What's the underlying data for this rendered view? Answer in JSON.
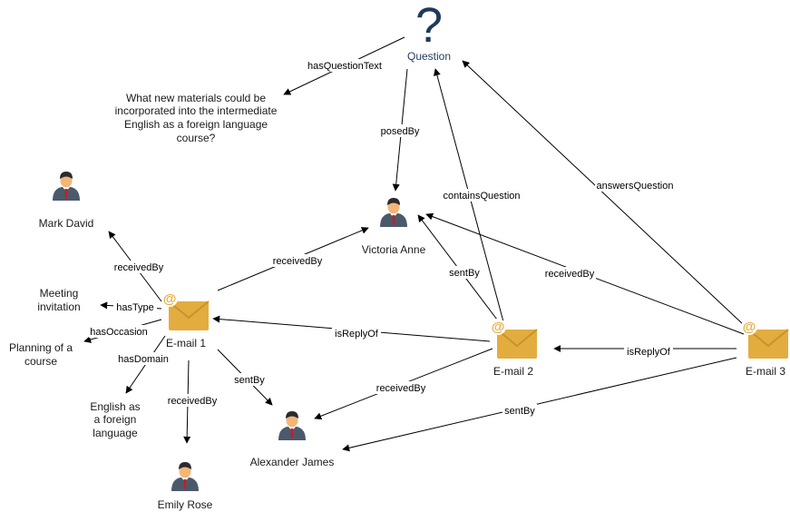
{
  "nodes": {
    "question": {
      "label": "Question"
    },
    "question_text": {
      "lines": [
        "What new materials could be",
        "incorporated into the intermediate",
        "English as a foreign language",
        "course?"
      ]
    },
    "victoria": {
      "label": "Victoria Anne"
    },
    "mark": {
      "label": "Mark David"
    },
    "alexander": {
      "label": "Alexander James"
    },
    "emily": {
      "label": "Emily Rose"
    },
    "email1": {
      "label": "E-mail 1"
    },
    "email2": {
      "label": "E-mail 2"
    },
    "email3": {
      "label": "E-mail 3"
    },
    "meeting": {
      "lines": [
        "Meeting",
        "invitation"
      ]
    },
    "planning": {
      "lines": [
        "Planning of a",
        "course"
      ]
    },
    "english": {
      "lines": [
        "English as",
        "a foreign",
        "language"
      ]
    }
  },
  "edges": [
    {
      "id": "q-hasquestiontext",
      "label": "hasQuestionText"
    },
    {
      "id": "q-posedby",
      "label": "posedBy"
    },
    {
      "id": "e2-containsquestion",
      "label": "containsQuestion"
    },
    {
      "id": "e3-answersquestion",
      "label": "answersQuestion"
    },
    {
      "id": "e1-receivedby-mark",
      "label": "receivedBy"
    },
    {
      "id": "e1-receivedby-victoria",
      "label": "receivedBy"
    },
    {
      "id": "e1-hastype",
      "label": "hasType"
    },
    {
      "id": "e1-hasoccasion",
      "label": "hasOccasion"
    },
    {
      "id": "e1-hasdomain",
      "label": "hasDomain"
    },
    {
      "id": "e1-receivedby-emily",
      "label": "receivedBy"
    },
    {
      "id": "e1-sentby",
      "label": "sentBy"
    },
    {
      "id": "e2-isreplyof",
      "label": "isReplyOf"
    },
    {
      "id": "e2-sentby",
      "label": "sentBy"
    },
    {
      "id": "e2-receivedby",
      "label": "receivedBy"
    },
    {
      "id": "e3-receivedby",
      "label": "receivedBy"
    },
    {
      "id": "e3-isreplyof",
      "label": "isReplyOf"
    },
    {
      "id": "e3-sentby",
      "label": "sentBy"
    }
  ],
  "colors": {
    "envelope": "#e3ac3f",
    "envelope_dark": "#c9922b",
    "skin": "#f3b677",
    "hair": "#2b2a2e",
    "suit": "#4b5a6b",
    "tie": "#c0202a",
    "question_mark": "#1f3a5a"
  },
  "icons": {
    "question": "question-mark-icon",
    "person": "person-icon",
    "email": "email-envelope-icon"
  }
}
